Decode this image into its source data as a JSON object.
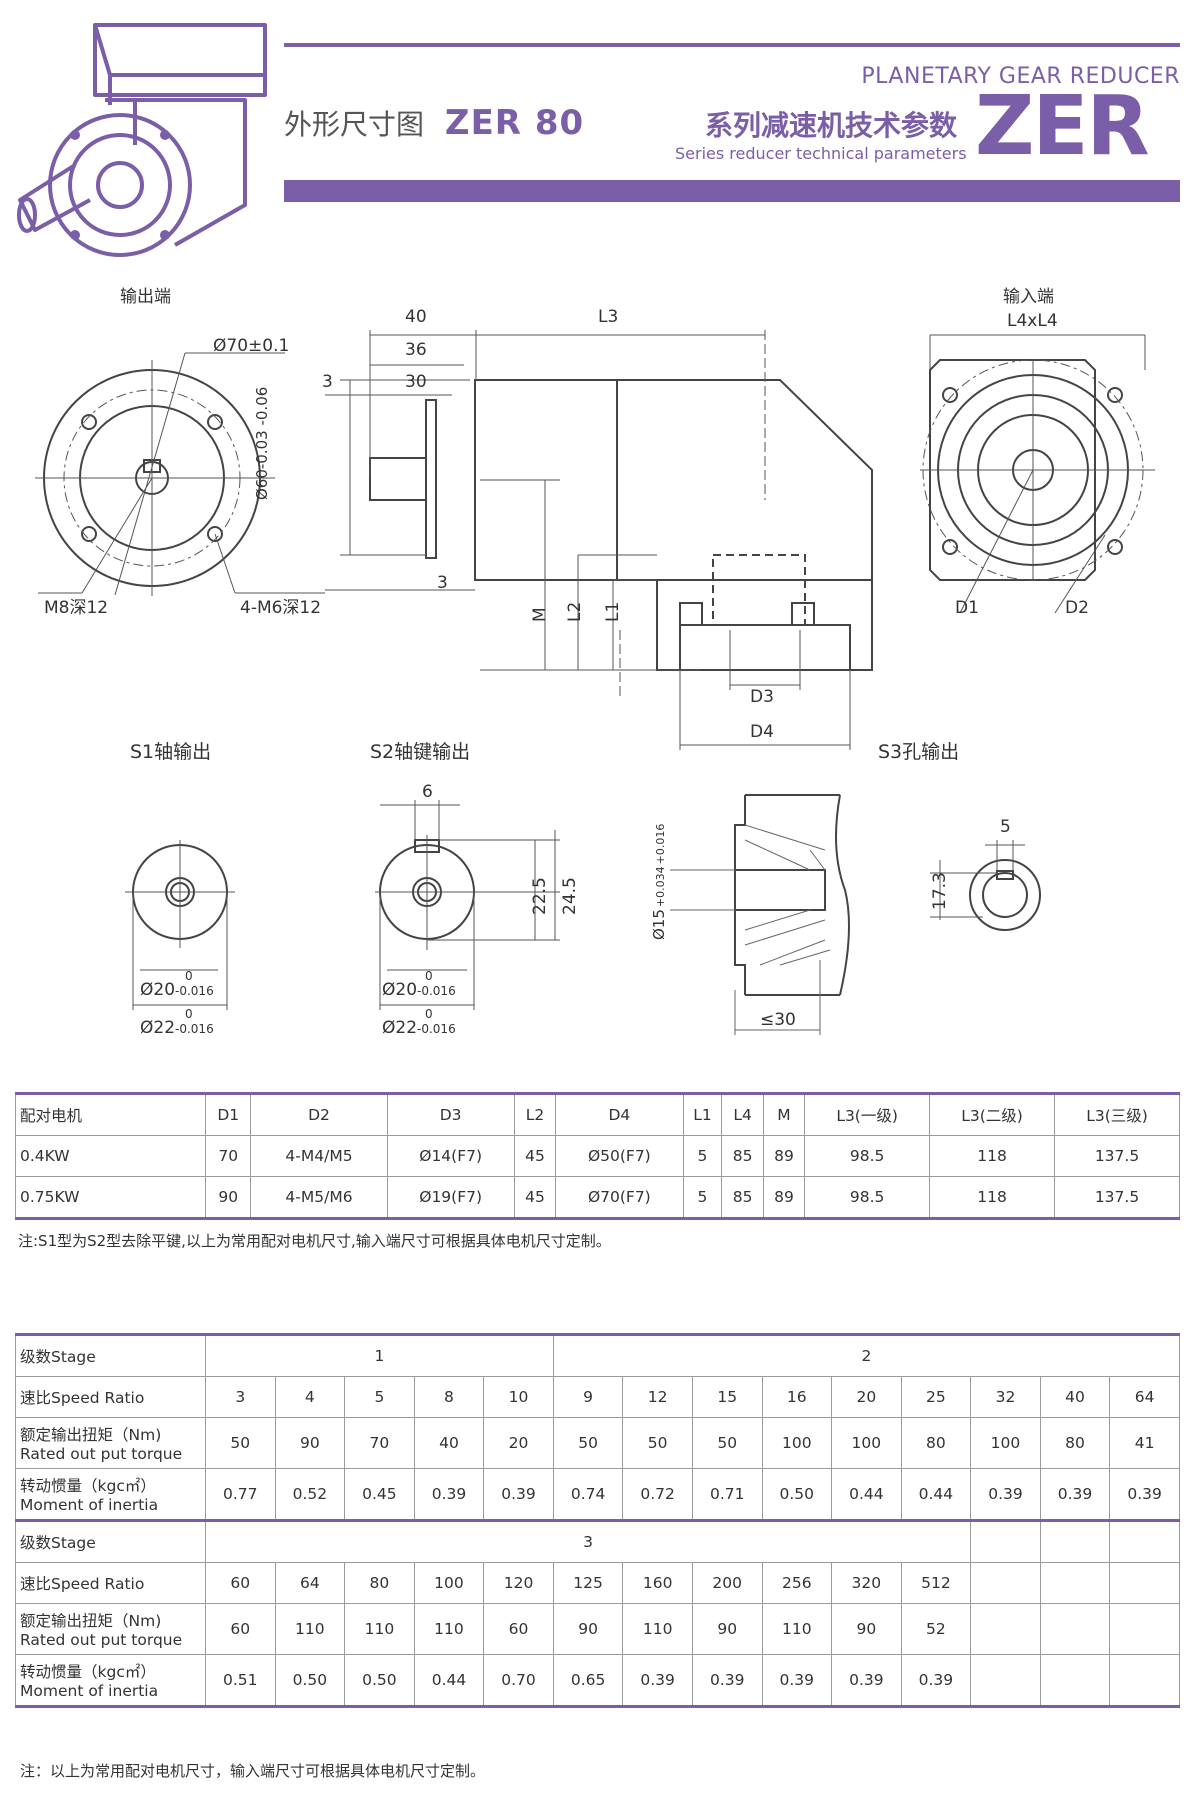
{
  "header": {
    "title_cn": "外形尺寸图",
    "model": "ZER 80",
    "series_en_top": "PLANETARY GEAR REDUCER",
    "series_cn": "系列减速机技术参数",
    "series_en_sub": "Series reducer technical parameters",
    "brand": "ZER"
  },
  "drawing": {
    "output_end": "输出端",
    "input_end": "输入端",
    "dia70": "Ø70±0.1",
    "m8": "M8深12",
    "m6": "4-M6深12",
    "dim40": "40",
    "dim36": "36",
    "dim30": "30",
    "dim3a": "3",
    "dim3b": "3",
    "L3": "L3",
    "dia60": "Ø60-0.03 -0.06",
    "M": "M",
    "L2": "L2",
    "L1": "L1",
    "D3": "D3",
    "D4": "D4",
    "L4xL4": "L4xL4",
    "D1": "D1",
    "D2": "D2",
    "s1": "S1轴输出",
    "s2": "S2轴键输出",
    "s3": "S3孔输出",
    "dim6": "6",
    "dim22_5": "22.5",
    "dim24_5": "24.5",
    "dia20a": "Ø20",
    "dia20a_tol": "-0.016",
    "dia22a": "Ø22",
    "dia22a_tol": "-0.016",
    "dia20b": "Ø20",
    "dia20b_tol": "-0.016",
    "dia22b": "Ø22",
    "dia22b_tol": "-0.016",
    "tol0": "0",
    "dia15": "Ø15",
    "dia15_tol_top": "+0.034",
    "dia15_tol_bot": "+0.016",
    "le30": "≤30",
    "dim5": "5",
    "dim17_3": "17.3"
  },
  "motor_table": {
    "headers": [
      "配对电机",
      "D1",
      "D2",
      "D3",
      "L2",
      "D4",
      "L1",
      "L4",
      "M",
      "L3(一级)",
      "L3(二级)",
      "L3(三级)"
    ],
    "rows": [
      [
        "0.4KW",
        "70",
        "4-M4/M5",
        "Ø14(F7)",
        "45",
        "Ø50(F7)",
        "5",
        "85",
        "89",
        "98.5",
        "118",
        "137.5"
      ],
      [
        "0.75KW",
        "90",
        "4-M5/M6",
        "Ø19(F7)",
        "45",
        "Ø70(F7)",
        "5",
        "85",
        "89",
        "98.5",
        "118",
        "137.5"
      ]
    ],
    "note": "注:S1型为S2型去除平键,以上为常用配对电机尺寸,输入端尺寸可根据具体电机尺寸定制。"
  },
  "spec_table": {
    "stage_label": "级数Stage",
    "ratio_label": "速比Speed Ratio",
    "torque_label_cn": "额定输出扭矩（Nm)",
    "torque_label_en": "Rated out put torque",
    "inertia_label_cn": "转动惯量（kgc㎡）",
    "inertia_label_en": "Moment of inertia",
    "stage1": "1",
    "stage2": "2",
    "stage3": "3",
    "ratios_a": [
      "3",
      "4",
      "5",
      "8",
      "10",
      "9",
      "12",
      "15",
      "16",
      "20",
      "25",
      "32",
      "40",
      "64"
    ],
    "torque_a": [
      "50",
      "90",
      "70",
      "40",
      "20",
      "50",
      "50",
      "50",
      "100",
      "100",
      "80",
      "100",
      "80",
      "41"
    ],
    "inertia_a": [
      "0.77",
      "0.52",
      "0.45",
      "0.39",
      "0.39",
      "0.74",
      "0.72",
      "0.71",
      "0.50",
      "0.44",
      "0.44",
      "0.39",
      "0.39",
      "0.39"
    ],
    "ratios_b": [
      "60",
      "64",
      "80",
      "100",
      "120",
      "125",
      "160",
      "200",
      "256",
      "320",
      "512",
      "",
      "",
      ""
    ],
    "torque_b": [
      "60",
      "110",
      "110",
      "110",
      "60",
      "90",
      "110",
      "90",
      "110",
      "90",
      "52",
      "",
      "",
      ""
    ],
    "inertia_b": [
      "0.51",
      "0.50",
      "0.50",
      "0.44",
      "0.70",
      "0.65",
      "0.39",
      "0.39",
      "0.39",
      "0.39",
      "0.39",
      "",
      "",
      ""
    ],
    "note": "注：以上为常用配对电机尺寸，输入端尺寸可根据具体电机尺寸定制。"
  },
  "colors": {
    "accent": "#7a5ea8",
    "line": "#444444"
  }
}
